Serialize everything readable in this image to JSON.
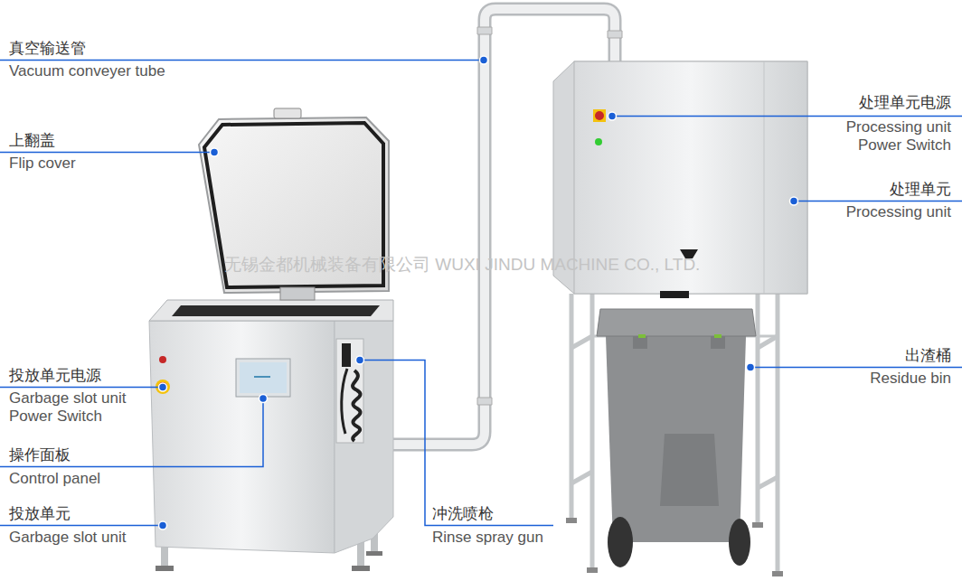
{
  "diagram": {
    "labels": [
      "真空输送管",
      "Vacuum conveyer tube",
      "上翻盖",
      "Flip cover",
      "投放单元电源",
      "Garbage slot unit Power Switch",
      "操作面板",
      "Control panel",
      "投放单元",
      "Garbage slot unit",
      "冲洗喷枪",
      "Rinse spray gun",
      "处理单元电源",
      "Processing unit Power Switch",
      "处理单元",
      "Processing unit",
      "出渣桶",
      "Residue bin",
      "无锡金都机械装备有限公司 WUXI JINDU MACHINE CO., LTD."
    ]
  }
}
